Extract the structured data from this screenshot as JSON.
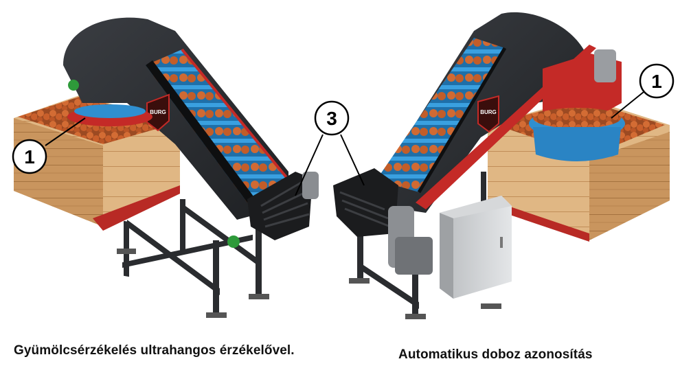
{
  "callouts": {
    "left_sensor": "1",
    "brush_unit": "3",
    "right_sensor": "1"
  },
  "captions": {
    "left": "Gyümölcsérzékelés ultrahangos érzékelővel.",
    "right": "Automatikus doboz azonosítás"
  },
  "machine_logo": "BURG",
  "colors": {
    "machine_body": "#2b2d30",
    "belt": "#2f8fd0",
    "frame_red": "#c42a27",
    "fruit": "#c9652f",
    "crate": "#d9ad79"
  }
}
